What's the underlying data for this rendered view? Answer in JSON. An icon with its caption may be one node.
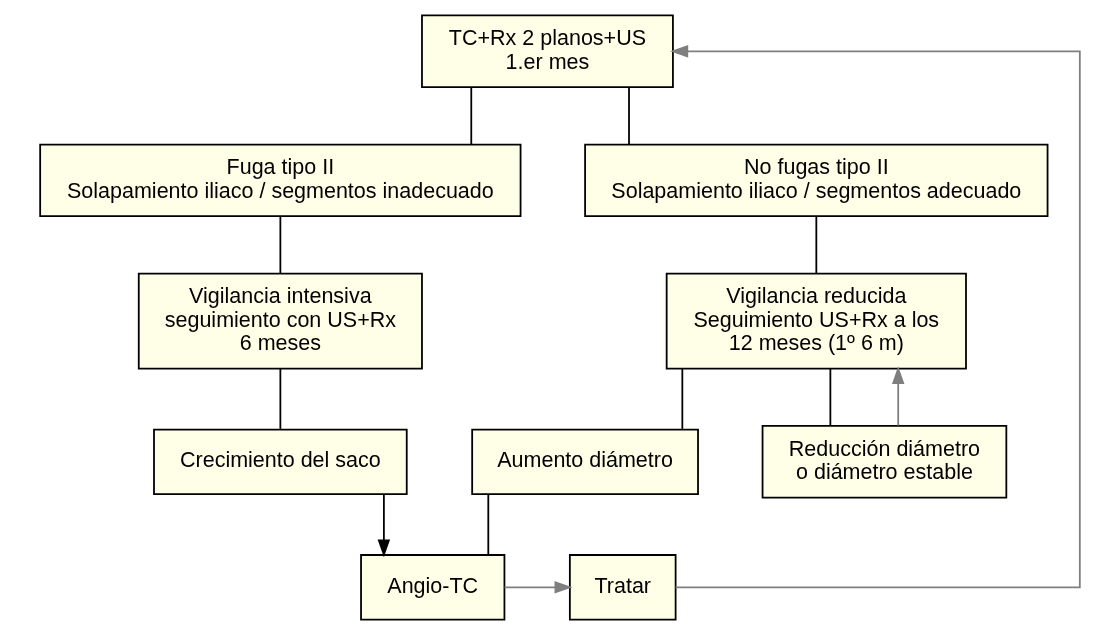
{
  "diagram": {
    "nodes": [
      {
        "text": [
          "TC+Rx 2 planos+US",
          "1.er mes"
        ]
      },
      {
        "text": [
          "Fuga tipo II",
          "Solapamiento iliaco / segmentos inadecuado"
        ]
      },
      {
        "text": [
          "No fugas tipo II",
          "Solapamiento iliaco / segmentos adecuado"
        ]
      },
      {
        "text": [
          "Vigilancia intensiva",
          "seguimiento con US+Rx",
          "6 meses"
        ]
      },
      {
        "text": [
          "Vigilancia reducida",
          "Seguimiento US+Rx a los",
          "12 meses (1º 6 m)"
        ]
      },
      {
        "text": [
          "Crecimiento del saco"
        ]
      },
      {
        "text": [
          "Aumento diámetro"
        ]
      },
      {
        "text": [
          "Reducción diámetro",
          "o diámetro estable"
        ]
      },
      {
        "text": [
          "Angio-TC"
        ]
      },
      {
        "text": [
          "Tratar"
        ]
      }
    ],
    "edges": [
      {
        "from": 0,
        "to": 1,
        "arrow": "none"
      },
      {
        "from": 0,
        "to": 2,
        "arrow": "none"
      },
      {
        "from": 1,
        "to": 3,
        "arrow": "none"
      },
      {
        "from": 2,
        "to": 4,
        "arrow": "none"
      },
      {
        "from": 3,
        "to": 5,
        "arrow": "none"
      },
      {
        "from": 5,
        "to": 8,
        "arrow": "to"
      },
      {
        "from": 4,
        "to": 6,
        "arrow": "none"
      },
      {
        "from": 4,
        "to": 7,
        "arrow": "none"
      },
      {
        "from": 6,
        "to": 8,
        "arrow": "none"
      },
      {
        "from": 7,
        "to": 4,
        "arrow": "to",
        "color": "#7f7f7f"
      },
      {
        "from": 8,
        "to": 9,
        "arrow": "to",
        "color": "#7f7f7f"
      },
      {
        "from": 9,
        "to": 0,
        "arrow": "to",
        "color": "#7f7f7f"
      }
    ]
  }
}
